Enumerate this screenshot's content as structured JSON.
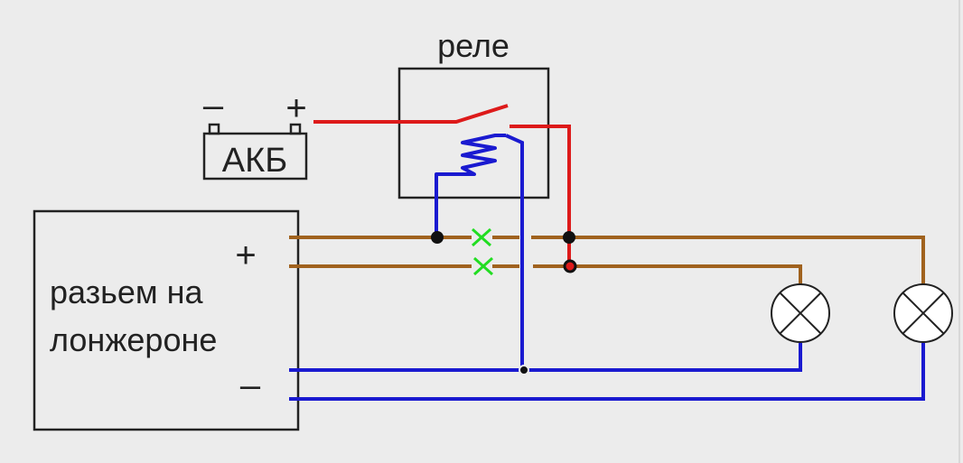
{
  "labels": {
    "relay": "реле",
    "battery": "АКБ",
    "battery_minus": "–",
    "battery_plus": "+",
    "connector_line1": "разьем на",
    "connector_line2": "лонжероне",
    "connector_plus": "+",
    "connector_minus": "–"
  },
  "colors": {
    "background": "#ececec",
    "outline": "#222222",
    "wire_brown": "#a0621e",
    "wire_blue": "#1a1ad0",
    "wire_red": "#dd1a1a",
    "cut_mark": "#22dd22",
    "lamp_fill": "#ffffff"
  }
}
